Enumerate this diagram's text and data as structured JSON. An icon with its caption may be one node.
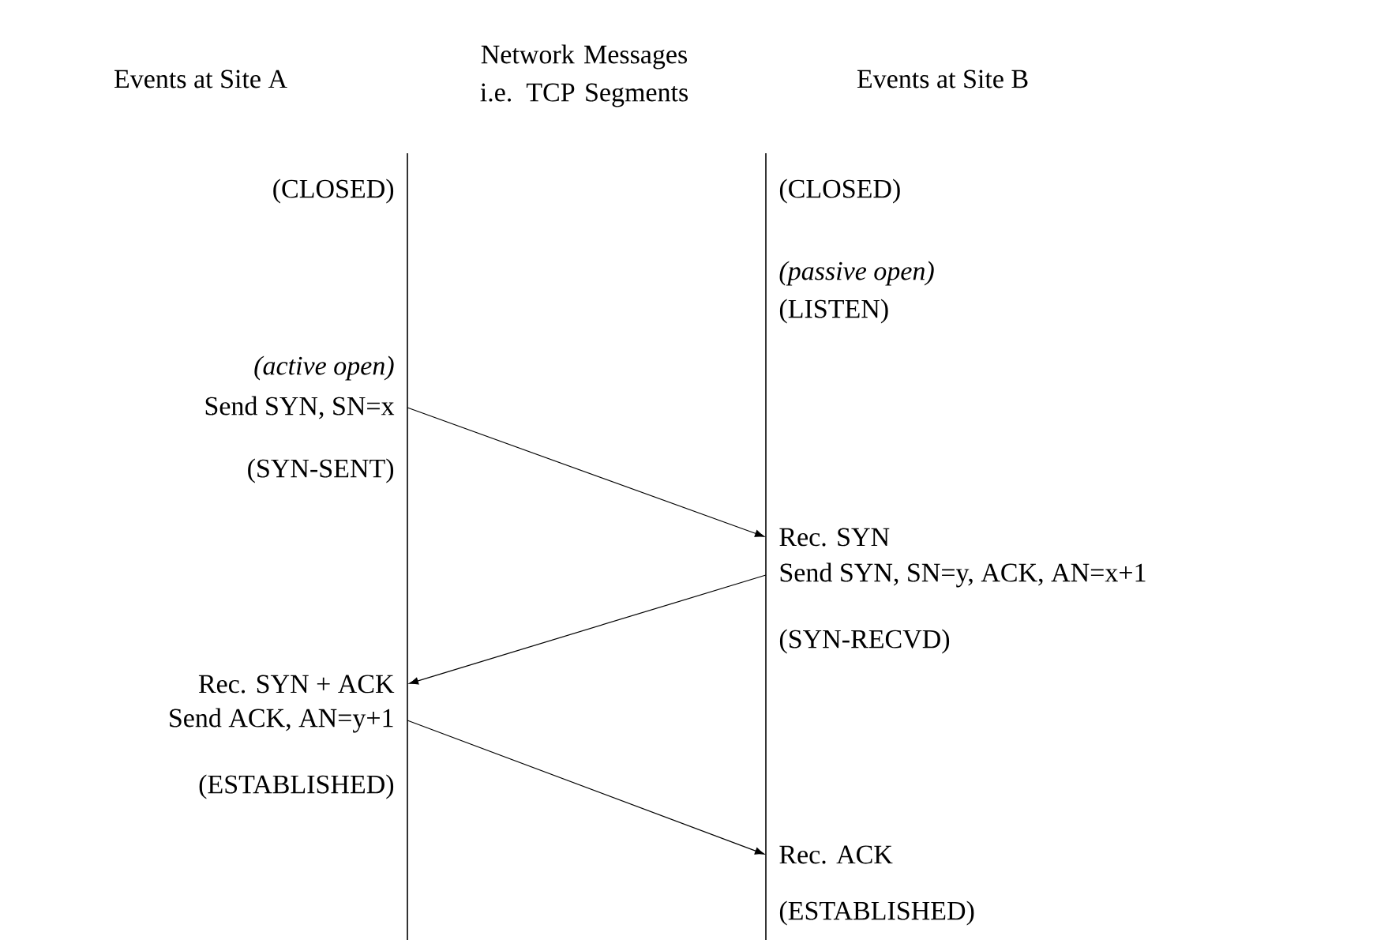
{
  "diagram": {
    "nodes": [
      {
        "text": [
          "Send SYN, SN=x"
        ]
      },
      {
        "text": [
          "Rec. SYN"
        ]
      },
      {
        "text": [
          "Send SYN, SN=y, ACK, AN=x+1"
        ]
      },
      {
        "text": [
          "Rec. SYN + ACK"
        ]
      },
      {
        "text": [
          "Send ACK, AN=y+1"
        ]
      },
      {
        "text": [
          "Rec. ACK"
        ]
      }
    ],
    "edges": [
      {
        "from": 0,
        "to": 1,
        "arrow": "to"
      },
      {
        "from": 2,
        "to": 3,
        "arrow": "to"
      },
      {
        "from": 4,
        "to": 5,
        "arrow": "to"
      }
    ],
    "labels": [
      "Events at Site A",
      "Network Messages i.e. TCP Segments",
      "Events at Site B",
      "(CLOSED)",
      "(CLOSED)",
      "(passive open)",
      "(LISTEN)",
      "(active open)",
      "(SYN-SENT)",
      "(SYN-RECVD)",
      "(ESTABLISHED)",
      "(ESTABLISHED)"
    ]
  }
}
